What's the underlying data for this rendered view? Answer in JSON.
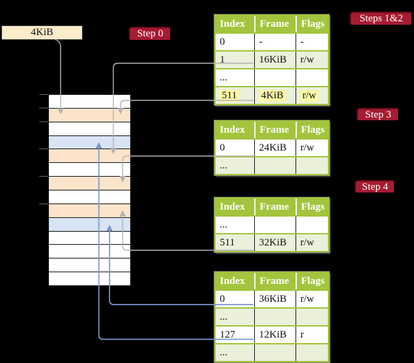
{
  "frame_box": {
    "label": "4KiB"
  },
  "badges": {
    "step0": {
      "label": "Step 0"
    },
    "steps12": {
      "label": "Steps 1&2"
    },
    "step3": {
      "label": "Step 3"
    },
    "step4": {
      "label": "Step 4"
    }
  },
  "memory_column": {
    "cells": [
      "white",
      "peach",
      "white",
      "blue",
      "peach",
      "white",
      "peach",
      "white",
      "peach",
      "blue",
      "white",
      "white",
      "white",
      "white"
    ]
  },
  "tables": [
    {
      "name": "page-table-steps-1-2",
      "headers": [
        "Index",
        "Frame",
        "Flags"
      ],
      "rows": [
        {
          "index": "0",
          "frame": "-",
          "flags": "-",
          "shaded": false,
          "highlighted": false
        },
        {
          "index": "1",
          "frame": "16KiB",
          "flags": "r/w",
          "shaded": true,
          "highlighted": false
        },
        {
          "index": "...",
          "frame": "",
          "flags": "",
          "shaded": false,
          "highlighted": false
        },
        {
          "index": "511",
          "frame": "4KiB",
          "flags": "r/w",
          "shaded": true,
          "highlighted": true
        }
      ]
    },
    {
      "name": "page-table-step-3",
      "headers": [
        "Index",
        "Frame",
        "Flags"
      ],
      "rows": [
        {
          "index": "0",
          "frame": "24KiB",
          "flags": "r/w",
          "shaded": false,
          "highlighted": false
        },
        {
          "index": "...",
          "frame": "",
          "flags": "",
          "shaded": true,
          "highlighted": false
        }
      ]
    },
    {
      "name": "page-table-step-4",
      "headers": [
        "Index",
        "Frame",
        "Flags"
      ],
      "rows": [
        {
          "index": "...",
          "frame": "",
          "flags": "",
          "shaded": false,
          "highlighted": false
        },
        {
          "index": "511",
          "frame": "32KiB",
          "flags": "r/w",
          "shaded": true,
          "highlighted": false
        }
      ]
    },
    {
      "name": "page-table-final",
      "headers": [
        "Index",
        "Frame",
        "Flags"
      ],
      "rows": [
        {
          "index": "0",
          "frame": "36KiB",
          "flags": "r/w",
          "shaded": false,
          "highlighted": false
        },
        {
          "index": "...",
          "frame": "",
          "flags": "",
          "shaded": true,
          "highlighted": false
        },
        {
          "index": "127",
          "frame": "12KiB",
          "flags": "r",
          "shaded": false,
          "highlighted": false
        },
        {
          "index": "...",
          "frame": "",
          "flags": "",
          "shaded": true,
          "highlighted": false
        }
      ]
    }
  ],
  "colors": {
    "background": "#000000",
    "badge_red": "#a61c32",
    "badge_red_dark": "#6e0c1d",
    "table_green": "#a3c43d",
    "table_row_green": "#eaf0d9",
    "highlight_yellow": "#fdf7a6",
    "box_cream": "#faecc9",
    "box_border": "#4a4a4a",
    "cell_peach": "#fce4ca",
    "cell_blue": "#d8e4f4",
    "cell_border": "#161616",
    "arrow_gray": "#b3b3b3",
    "arrow_blue": "#7b97c8",
    "text_dark": "#111111"
  }
}
